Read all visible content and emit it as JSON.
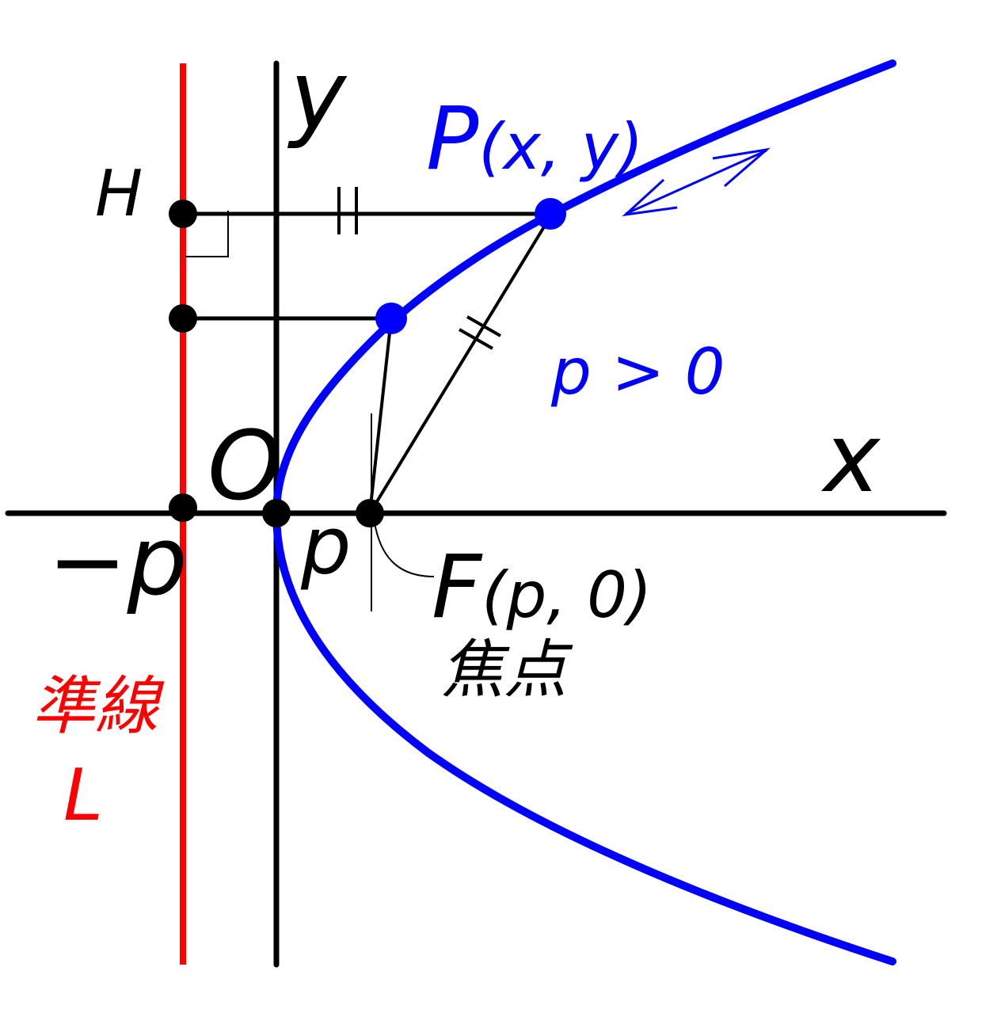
{
  "diagram": {
    "title": "Parabola with focus and directrix",
    "colors": {
      "axis": "#000000",
      "parabola": "#0000ff",
      "directrix": "#ff0000",
      "background": "#ffffff"
    },
    "labels": {
      "y_axis": "y",
      "x_axis": "x",
      "origin": "O",
      "point_P": "P",
      "point_P_coords": "(x, y)",
      "point_H": "H",
      "condition": "p > 0",
      "neg_p": "−p",
      "p": "p",
      "focus": "F",
      "focus_coords": "(p, 0)",
      "focus_jp": "焦点",
      "directrix_jp": "準線",
      "directrix_name": "L"
    }
  }
}
